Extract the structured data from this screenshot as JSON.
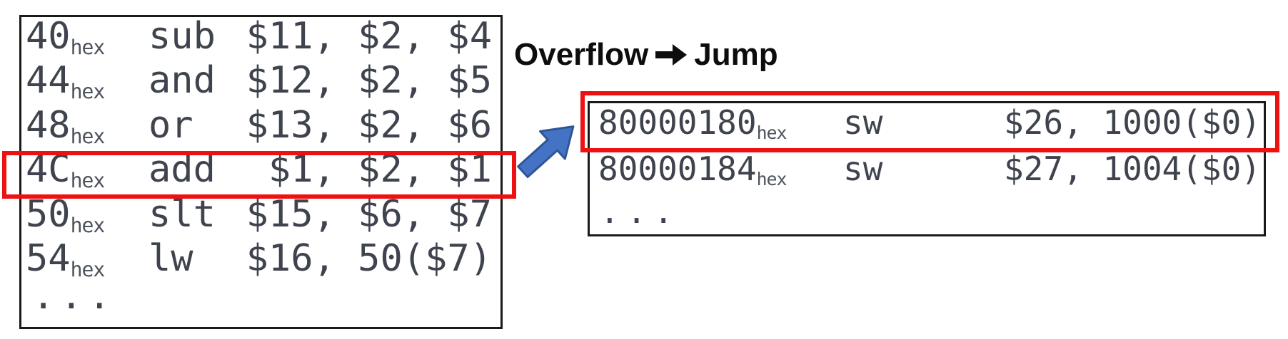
{
  "annotation": {
    "overflow_label": "Overflow",
    "jump_label": "Jump",
    "arrow_symbol": "→"
  },
  "program_box": {
    "hex_label": "hex",
    "ellipsis": "...",
    "rows": [
      {
        "address": "40",
        "mnemonic": "sub",
        "operands": "$11, $2, $4"
      },
      {
        "address": "44",
        "mnemonic": "and",
        "operands": "$12, $2, $5"
      },
      {
        "address": "48",
        "mnemonic": "or",
        "operands": "$13, $2, $6"
      },
      {
        "address": "4C",
        "mnemonic": "add",
        "operands": "$1, $2, $1"
      },
      {
        "address": "50",
        "mnemonic": "slt",
        "operands": "$15, $6, $7"
      },
      {
        "address": "54",
        "mnemonic": "lw",
        "operands": "$16, 50($7)"
      }
    ]
  },
  "handler_box": {
    "hex_label": "hex",
    "ellipsis": "...",
    "rows": [
      {
        "address": "80000180",
        "mnemonic": "sw",
        "operands": "$26, 1000($0)"
      },
      {
        "address": "80000184",
        "mnemonic": "sw",
        "operands": "$27, 1004($0)"
      }
    ]
  },
  "colors": {
    "highlight_red": "#ee1111",
    "arrow_blue": "#4472c4",
    "arrow_blue_border": "#2f5597",
    "code_text": "#3e434d",
    "box_border": "#1a1a1a"
  }
}
